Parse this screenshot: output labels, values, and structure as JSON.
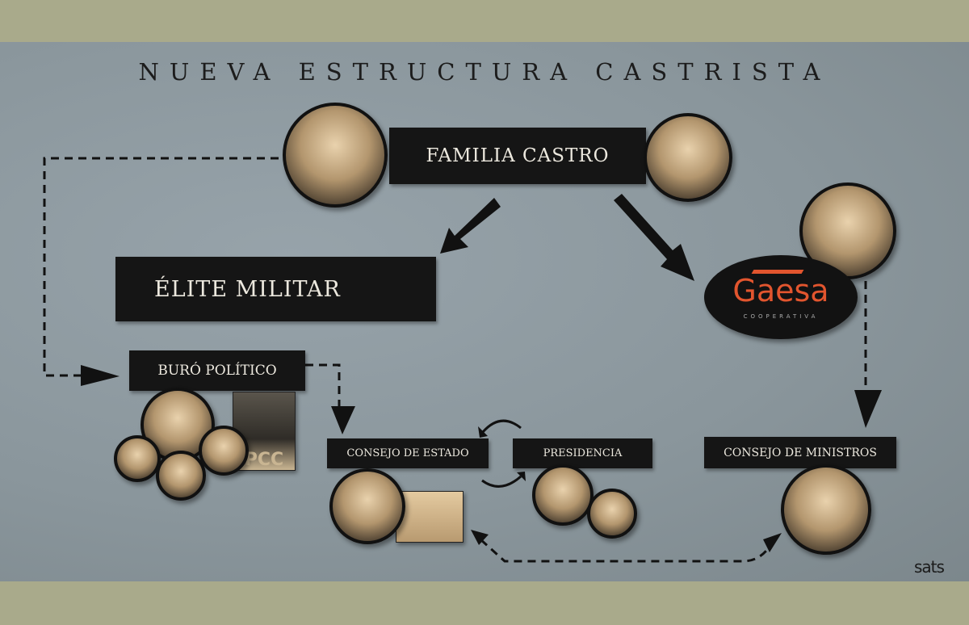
{
  "title": "NUEVA ESTRUCTURA CASTRISTA",
  "nodes": {
    "familia_castro": "FAMILIA  CASTRO",
    "elite_militar": "ÉLITE MILITAR",
    "gaesa": {
      "name": "Gaesa",
      "subtitle": "COOPERATIVA"
    },
    "buro_politico": "BURÓ POLÍTICO",
    "consejo_estado": "CONSEJO DE ESTADO",
    "presidencia": "PRESIDENCIA",
    "consejo_ministros": "CONSEJO DE MINISTROS"
  },
  "pcc_photo_text": "PCC",
  "watermark": "sats",
  "colors": {
    "band": "#a9aa8b",
    "label_bg": "#151515",
    "gaesa_orange": "#e2552e"
  }
}
